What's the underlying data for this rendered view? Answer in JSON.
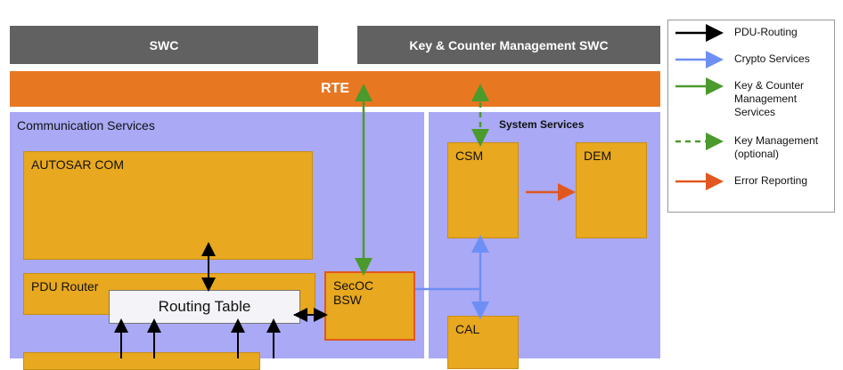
{
  "top": {
    "swc": "SWC",
    "key_counter_swc": "Key & Counter Management SWC",
    "rte": "RTE"
  },
  "regions": {
    "communication": "Communication Services",
    "system": "System Services"
  },
  "modules": {
    "autosar_com": "AUTOSAR COM",
    "pdu_router": "PDU Router",
    "routing_table": "Routing Table",
    "secoc_line1": "SecOC",
    "secoc_line2": "BSW",
    "csm": "CSM",
    "dem": "DEM",
    "cal": "CAL"
  },
  "legend": [
    {
      "label": "PDU-Routing",
      "color": "#000000",
      "style": "solid"
    },
    {
      "label": "Crypto Services",
      "color": "#6d8ff5",
      "style": "solid"
    },
    {
      "label": "Key & Counter Management Services",
      "color": "#4a9a2c",
      "style": "solid"
    },
    {
      "label": "Key Management (optional)",
      "color": "#4a9a2c",
      "style": "dashed"
    },
    {
      "label": "Error Reporting",
      "color": "#e2571f",
      "style": "solid"
    }
  ],
  "colors": {
    "pdu_routing": "#000000",
    "crypto": "#6d8ff5",
    "key_mgmt": "#4a9a2c",
    "error": "#e2571f"
  }
}
